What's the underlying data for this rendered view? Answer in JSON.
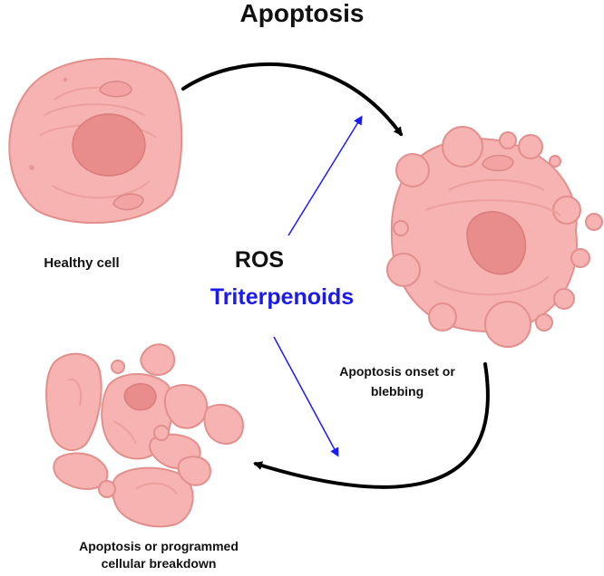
{
  "title": "Apoptosis",
  "labels": {
    "healthy_cell": "Healthy cell",
    "ros": "ROS",
    "triterpenoids": "Triterpenoids",
    "onset_line1": "Apoptosis onset or",
    "onset_line2": "blebbing",
    "breakdown_line1": "Apoptosis or programmed",
    "breakdown_line2": "cellular breakdown"
  },
  "colors": {
    "cell_fill": "#f7b3b1",
    "cell_stroke": "#e28f8d",
    "nucleus": "#e88d8c",
    "organelle_line": "#ec9f9d",
    "arrow_black": "#000000",
    "arrow_blue": "#1a1aff",
    "triterpenoids_text": "#1a1aee"
  }
}
